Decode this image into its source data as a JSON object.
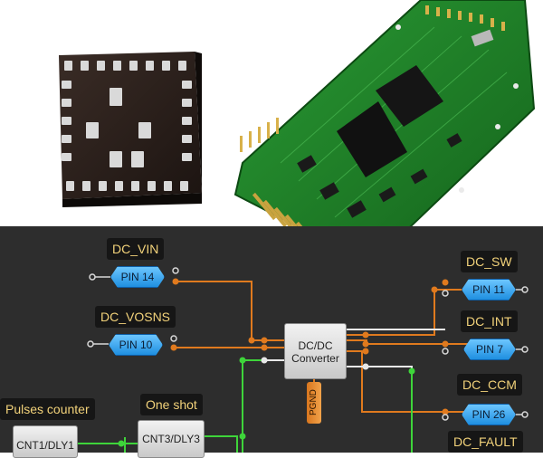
{
  "labels": {
    "dc_vin": "DC_VIN",
    "dc_vosns": "DC_VOSNS",
    "dc_sw": "DC_SW",
    "dc_int": "DC_INT",
    "dc_ccm": "DC_CCM",
    "dc_fault": "DC_FAULT",
    "pulses_counter": "Pulses counter",
    "one_shot": "One shot"
  },
  "pins": {
    "pin14": "PIN 14",
    "pin10": "PIN 10",
    "pin11": "PIN 11",
    "pin7": "PIN 7",
    "pin26": "PIN 26"
  },
  "blocks": {
    "dcdc_line1": "DC/DC",
    "dcdc_line2": "Converter",
    "pgnd": "PGND",
    "cnt1": "CNT1/DLY1",
    "cnt3": "CNT3/DLY3"
  },
  "colors": {
    "background": "#2d2d2d",
    "label_text": "#f2d27a",
    "wire_orange": "#e07a1e",
    "wire_green": "#3ed43a",
    "wire_white": "#e8e8e8",
    "pin_blue": "#2f9df0",
    "pcb_green": "#1c7a24"
  }
}
